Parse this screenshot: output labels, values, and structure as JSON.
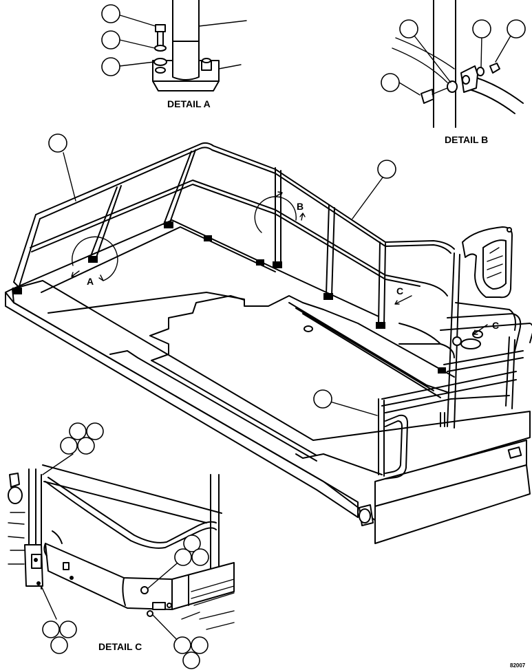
{
  "details": {
    "a": "DETAIL A",
    "b": "DETAIL B",
    "c": "DETAIL C"
  },
  "view_refs": {
    "a": "A",
    "b": "B",
    "c1": "C",
    "c2": "C"
  },
  "figure_number": "82007"
}
